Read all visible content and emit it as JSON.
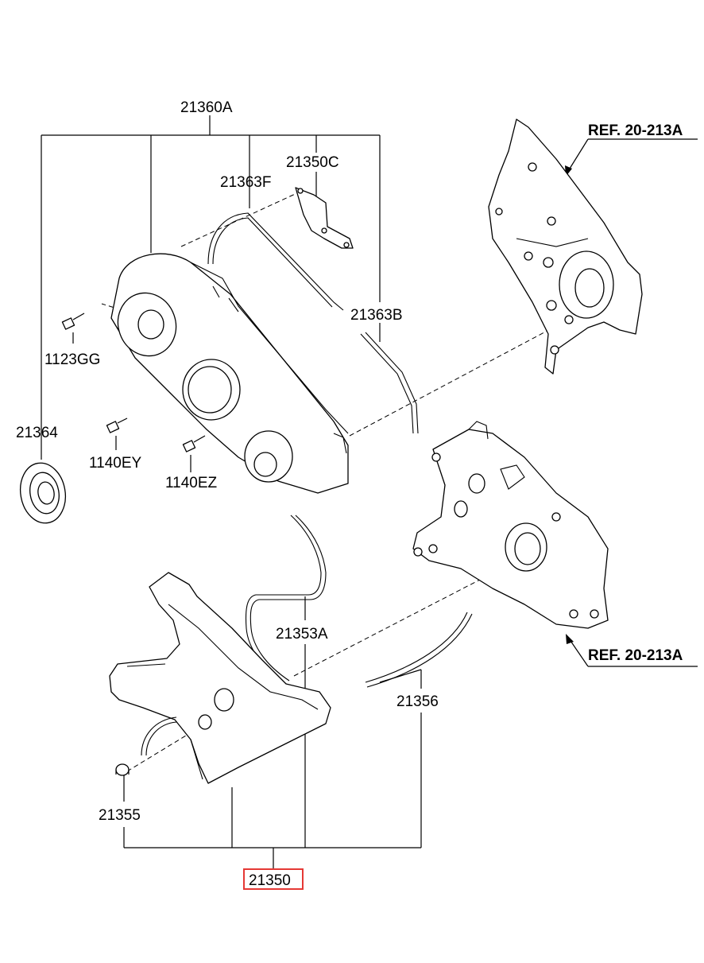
{
  "labels": {
    "l_21360A": "21360A",
    "l_21350C": "21350C",
    "l_21363F": "21363F",
    "l_21363B": "21363B",
    "l_1123GG": "1123GG",
    "l_21364": "21364",
    "l_1140EY": "1140EY",
    "l_1140EZ": "1140EZ",
    "l_21353A": "21353A",
    "l_21356": "21356",
    "l_21355": "21355",
    "l_21350": "21350",
    "ref_top": "REF. 20-213A",
    "ref_bottom": "REF. 20-213A"
  },
  "colors": {
    "highlight_box": "#e53935",
    "lines": "#000000"
  }
}
